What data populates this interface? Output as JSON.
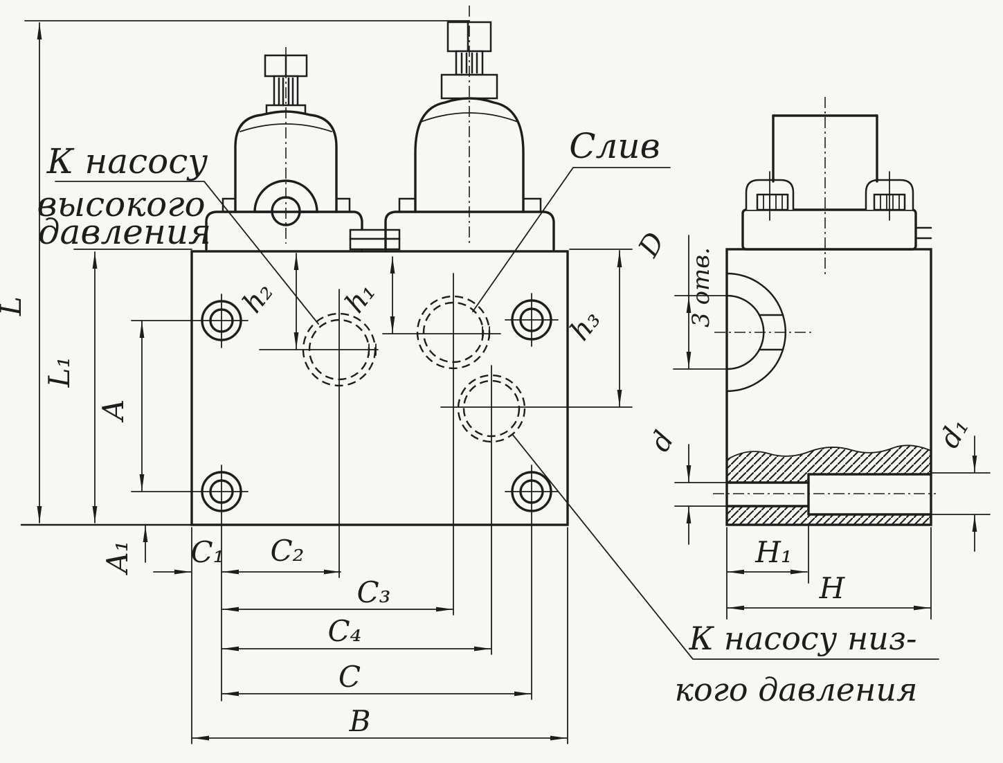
{
  "page": {
    "background": "#f7f7f4",
    "ink": "#1d1d1d",
    "drawing_type": "hydraulic valve block technical drawing"
  },
  "annotations": {
    "high_pressure": {
      "line1": "К насосу",
      "line2": "высокого",
      "line3": "давления"
    },
    "drain": "Слив",
    "low_pressure": {
      "line1": "К насосу низ-",
      "line2": "кого давления"
    },
    "holes_note": "3 отв."
  },
  "dimensions": {
    "front_view": {
      "L": "L",
      "L1": "L₁",
      "A": "A",
      "A1": "A₁",
      "C1": "C₁",
      "C2": "C₂",
      "C3": "C₃",
      "C4": "C₄",
      "C": "C",
      "B": "B",
      "h1": "h₁",
      "h2": "h₂",
      "h3": "h₃"
    },
    "side_view": {
      "D": "D",
      "d": "d",
      "d1": "d₁",
      "H": "H",
      "H1": "H₁"
    }
  }
}
